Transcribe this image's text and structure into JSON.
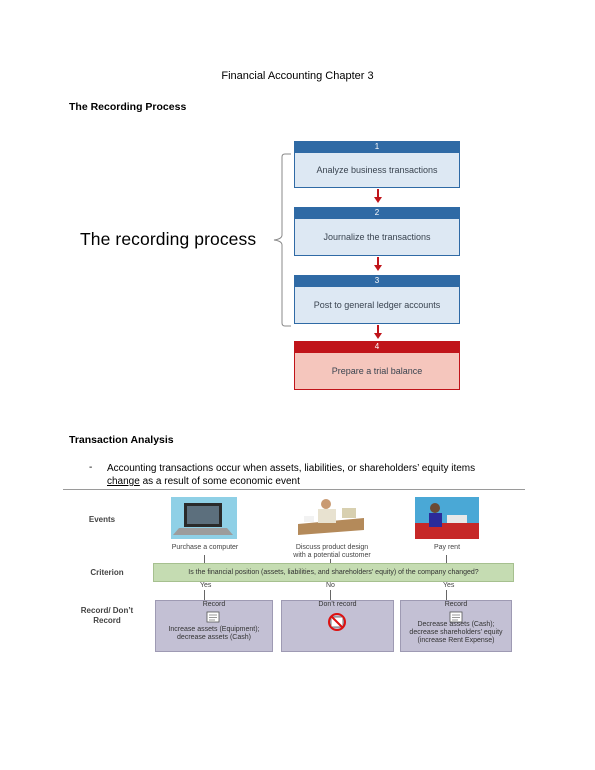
{
  "page_title": "Financial Accounting Chapter 3",
  "sections": {
    "recording": {
      "heading": "The Recording Process"
    },
    "transaction": {
      "heading": "Transaction Analysis"
    }
  },
  "recording_process": {
    "label": "The recording process",
    "steps": [
      {
        "num": "1",
        "text": "Analyze business transactions"
      },
      {
        "num": "2",
        "text": "Journalize the transactions"
      },
      {
        "num": "3",
        "text": "Post to general ledger accounts"
      },
      {
        "num": "4",
        "text": "Prepare a trial balance"
      }
    ]
  },
  "bullet": {
    "dash": "-",
    "text_before": "Accounting transactions occur when assets, liabilities, or shareholders’ equity items ",
    "underlined": "change",
    "text_after": " as a result of some economic event"
  },
  "transaction_figure": {
    "row_labels": {
      "events": "Events",
      "criterion": "Criterion",
      "record": "Record/ Don’t Record"
    },
    "events": [
      "Purchase a computer",
      "Discuss product design with a potential customer",
      "Pay rent"
    ],
    "criterion_text": "Is the financial position (assets, liabilities, and shareholders’ equity) of the company changed?",
    "answers": [
      "Yes",
      "No",
      "Yes"
    ],
    "outcomes": [
      {
        "title": "Record",
        "text": "Increase assets (Equipment); decrease assets (Cash)"
      },
      {
        "title": "Don’t record",
        "text": ""
      },
      {
        "title": "Record",
        "text": "Decrease assets (Cash); decrease shareholders’ equity (increase Rent Expense)"
      }
    ]
  },
  "colors": {
    "step_blue": "#2f6aa5",
    "step_red": "#c0141a",
    "criterion_green": "#c5dcb2",
    "record_box": "#c3c0d4"
  }
}
